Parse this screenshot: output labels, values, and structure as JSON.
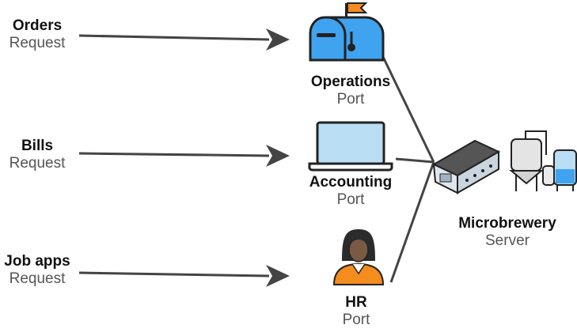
{
  "requests": [
    {
      "title": "Orders",
      "subtitle": "Request"
    },
    {
      "title": "Bills",
      "subtitle": "Request"
    },
    {
      "title": "Job apps",
      "subtitle": "Request"
    }
  ],
  "ports": [
    {
      "title": "Operations",
      "subtitle": "Port",
      "icon": "mailbox-icon"
    },
    {
      "title": "Accounting",
      "subtitle": "Port",
      "icon": "laptop-icon"
    },
    {
      "title": "HR",
      "subtitle": "Port",
      "icon": "person-icon"
    }
  ],
  "server": {
    "title": "Microbrewery",
    "subtitle": "Server",
    "icon": "brewery-icon"
  },
  "colors": {
    "mailbox": "#3fa3ef",
    "laptop_screen": "#b9ddf2",
    "person_shirt": "#f48c1e",
    "arrow": "#444444",
    "flag": "#f48c1e"
  }
}
